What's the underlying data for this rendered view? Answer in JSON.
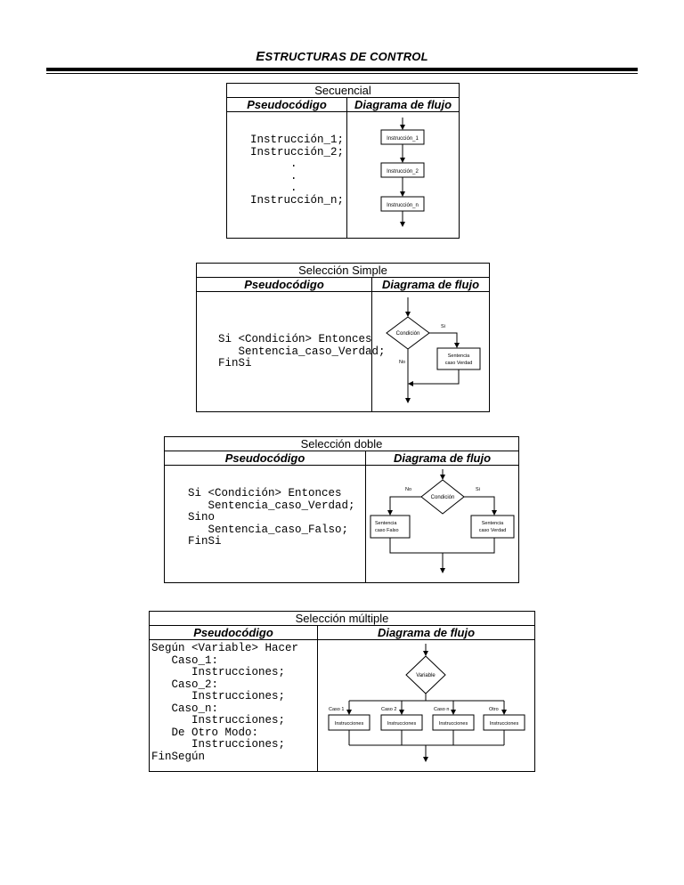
{
  "page": {
    "title_first": "E",
    "title_rest": "STRUCTURAS DE CONTROL"
  },
  "secuencial": {
    "title": "Secuencial",
    "col_pseudo": "Pseudocódigo",
    "col_diagram": "Diagrama de flujo",
    "code_lines": [
      "Instrucción_1;",
      "Instrucción_2;",
      "      .",
      "      .",
      "      .",
      "Instrucción_n;"
    ],
    "diagram": {
      "box1": "Instrucción_1",
      "box2": "Instrucción_2",
      "box3": "Instrucción_n"
    }
  },
  "simple": {
    "title": "Selección Simple",
    "col_pseudo": "Pseudocódigo",
    "col_diagram": "Diagrama de flujo",
    "code_lines": [
      "Si <Condición> Entonces",
      "   Sentencia_caso_Verdad;",
      "FinSi"
    ],
    "diagram": {
      "condition": "Condición",
      "yes": "Si",
      "no": "No",
      "box_line1": "Sentencia",
      "box_line2": "caso Verdad"
    }
  },
  "doble": {
    "title": "Selección doble",
    "col_pseudo": "Pseudocódigo",
    "col_diagram": "Diagrama de flujo",
    "code_lines": [
      "Si <Condición> Entonces",
      "   Sentencia_caso_Verdad;",
      "Sino",
      "   Sentencia_caso_Falso;",
      "FinSi"
    ],
    "diagram": {
      "condition": "Condición",
      "no": "No",
      "yes": "Si",
      "left_line1": "Sentencia",
      "left_line2": "caso Falso",
      "right_line1": "Sentencia",
      "right_line2": "caso Verdad"
    }
  },
  "multiple": {
    "title": "Selección múltiple",
    "col_pseudo": "Pseudocódigo",
    "col_diagram": "Diagrama de flujo",
    "code_lines": [
      "Según <Variable> Hacer",
      "   Caso_1:",
      "      Instrucciones;",
      "   Caso_2:",
      "      Instrucciones;",
      "   Caso_n:",
      "      Instrucciones;",
      "   De Otro Modo:",
      "      Instrucciones;",
      "FinSegún"
    ],
    "diagram": {
      "variable": "Variable",
      "cases": [
        "Caso 1",
        "Caso 2",
        "Caso n",
        "Otro"
      ],
      "box": "Instrucciones"
    }
  }
}
